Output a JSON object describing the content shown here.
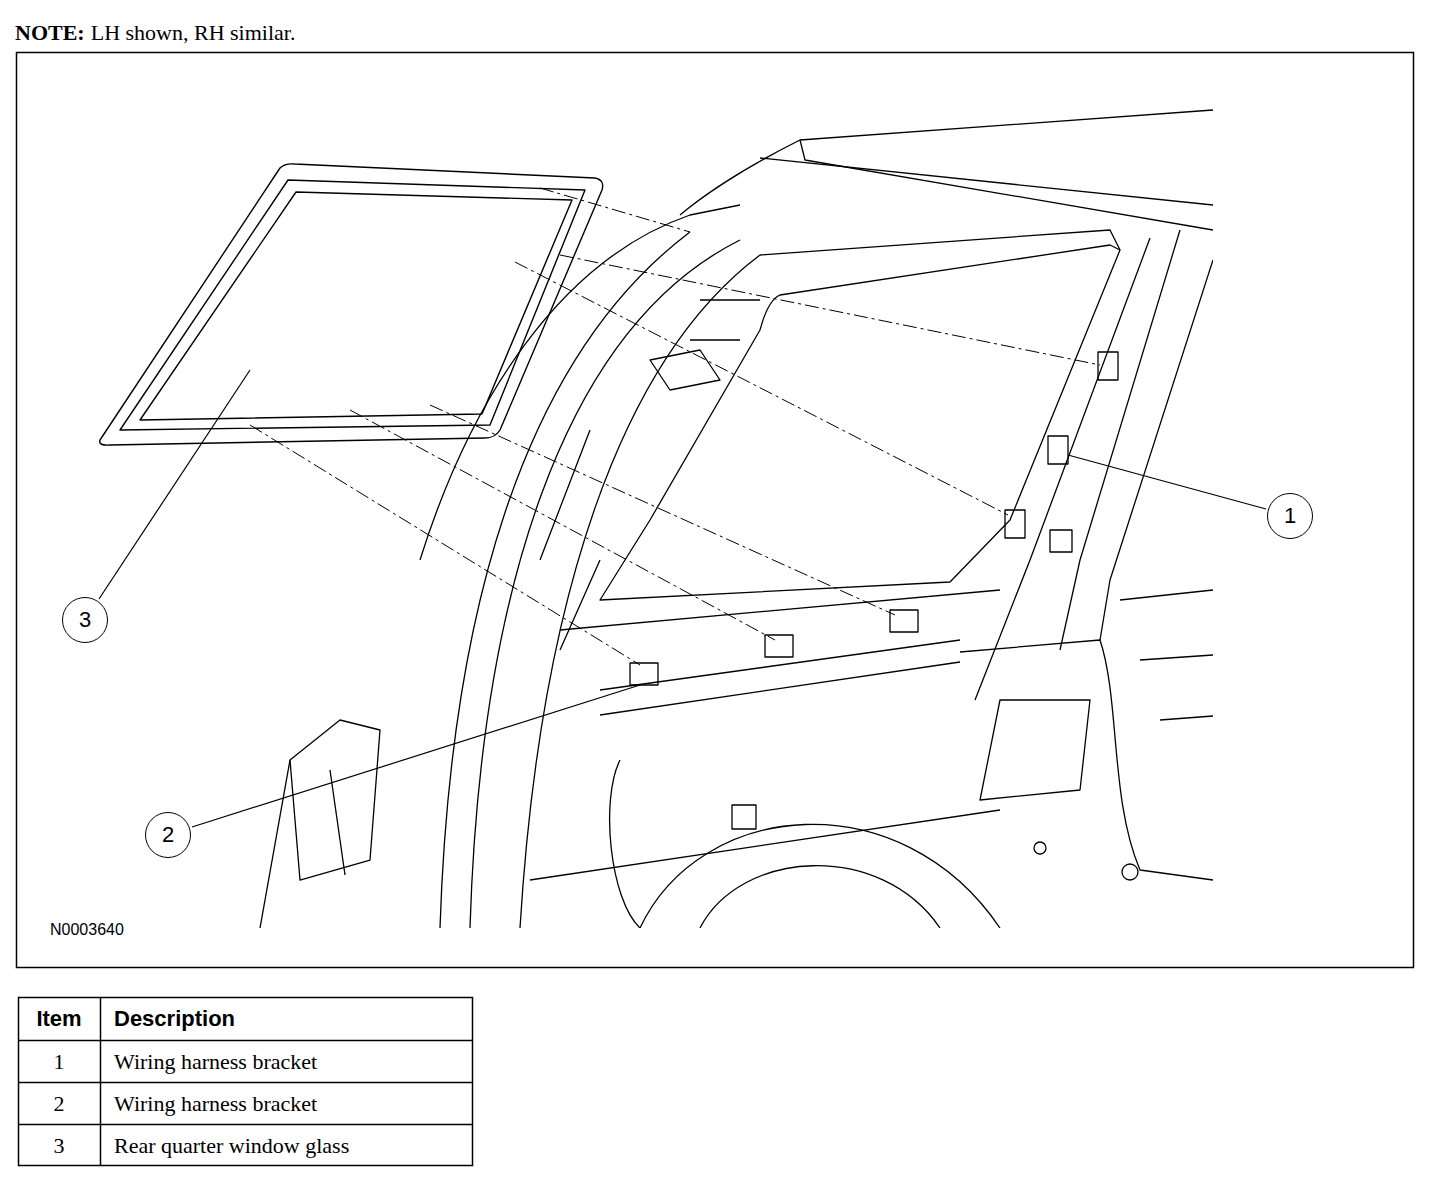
{
  "diagram": {
    "nodes": [
      {
        "text": [
          "1"
        ]
      },
      {
        "text": [
          "2"
        ]
      },
      {
        "text": [
          "3"
        ]
      }
    ],
    "labels": [
      "NOTE:",
      "LH shown, RH similar.",
      "N0003640",
      "Item",
      "Description",
      "1",
      "Wiring harness bracket",
      "2",
      "Wiring harness bracket",
      "3",
      "Rear quarter window glass"
    ]
  }
}
